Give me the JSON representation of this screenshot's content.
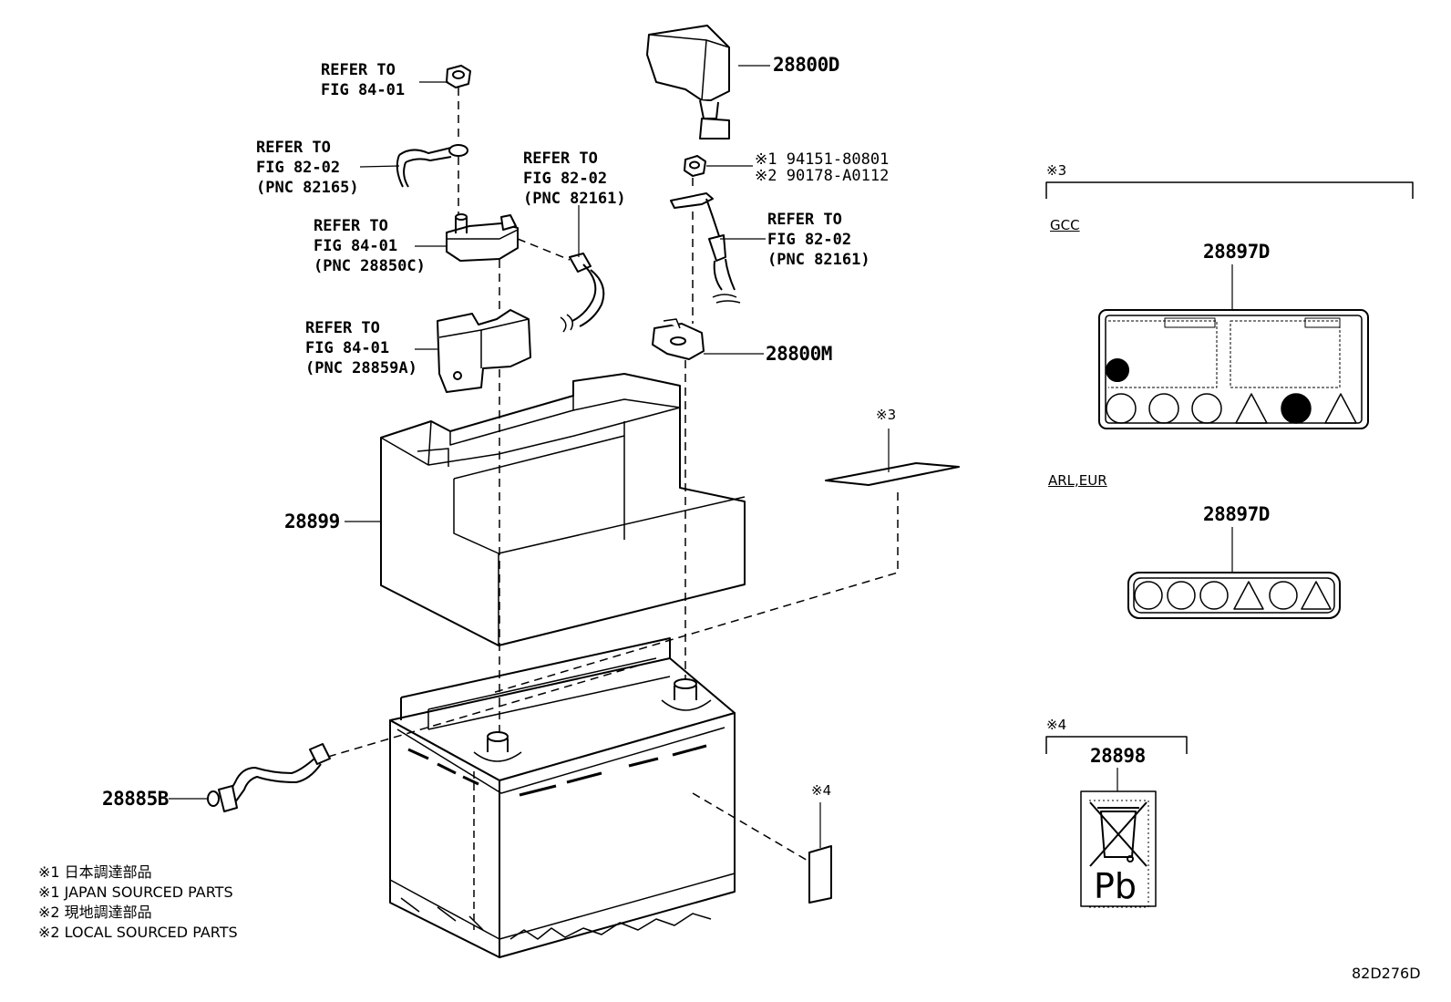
{
  "refs": {
    "nut_top": [
      "REFER TO",
      "FIG 84-01"
    ],
    "cable_left": [
      "REFER TO",
      "FIG 82-02",
      "(PNC 82165)"
    ],
    "clamp_neg": [
      "REFER TO",
      "FIG 84-01",
      "(PNC 28850C)"
    ],
    "cable_mid": [
      "REFER TO",
      "FIG 82-02",
      "(PNC 82161)"
    ],
    "bracket": [
      "REFER TO",
      "FIG 84-01",
      "(PNC 28859A)"
    ],
    "cable_right": [
      "REFER TO",
      "FIG 82-02",
      "(PNC 82161)"
    ]
  },
  "part_numbers": {
    "cover": "28800D",
    "nut_note1": "※1 94151-80801",
    "nut_note2": "※2 90178-A0112",
    "clamp_pos": "28800M",
    "insulator": "28899",
    "vent_hose": "28885B",
    "label_gcc": "28897D",
    "label_arl": "28897D",
    "label_pb": "28898"
  },
  "markers": {
    "note3": "※3",
    "note4": "※4",
    "pb_text": "Pb"
  },
  "regions": {
    "gcc": "GCC",
    "arl": "ARL,EUR"
  },
  "legend": [
    "※1 日本調達部品",
    "※1 JAPAN SOURCED PARTS",
    "※2 現地調達部品",
    "※2 LOCAL SOURCED PARTS"
  ],
  "figure_code": "82D276D"
}
